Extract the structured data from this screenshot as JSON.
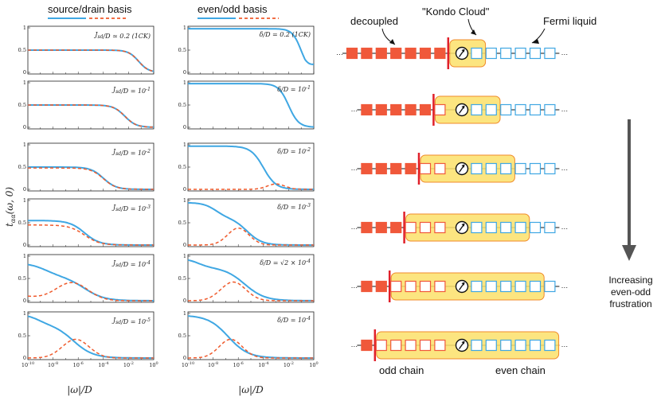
{
  "headers": {
    "col1": "source/drain basis",
    "col2": "even/odd basis"
  },
  "ylabel": "t_{αα}(ω,0)",
  "xlabel": "|ω|/D",
  "colors": {
    "solid": "#3fa7e3",
    "dashed": "#ef5a2c",
    "decoupled_site": "#f0583a",
    "fermi_site": "#3fa7e3",
    "cloud_fill": "#fbe06a",
    "cloud_stroke": "#f08a2a",
    "barrier": "#e0202a",
    "arrow": "#555555"
  },
  "x_ticks": [
    "10^{-10}",
    "10^{-8}",
    "10^{-6}",
    "10^{-4}",
    "10^{-2}",
    "10^{0}"
  ],
  "y_ticks": [
    "0",
    "0.5",
    "1"
  ],
  "left_panels": [
    {
      "label": "J_{sd}/D ≃ 0.2 (1CK)"
    },
    {
      "label": "J_{sd}/D = 10^{-1}"
    },
    {
      "label": "J_{sd}/D = 10^{-2}"
    },
    {
      "label": "J_{sd}/D = 10^{-3}"
    },
    {
      "label": "J_{sd}/D = 10^{-4}"
    },
    {
      "label": "J_{sd}/D = 10^{-5}"
    }
  ],
  "right_panels": [
    {
      "label": "δ/D = 0.2 (1CK)"
    },
    {
      "label": "δ/D = 10^{-1}"
    },
    {
      "label": "δ/D = 10^{-2}"
    },
    {
      "label": "δ/D = 10^{-3}"
    },
    {
      "label": "δ/D = √2 × 10^{-4}"
    },
    {
      "label": "δ/D = 10^{-4}"
    }
  ],
  "chain_annotations": {
    "decoupled": "decoupled",
    "kondo_cloud": "\"Kondo Cloud\"",
    "fermi_liquid": "Fermi liquid",
    "odd_chain": "odd chain",
    "even_chain": "even chain",
    "side_note_line1": "Increasing",
    "side_note_line2": "even-odd",
    "side_note_line3": "frustration"
  },
  "chains": [
    {
      "filled_left": 7,
      "empty_left": 0,
      "cloud_left_sites": 0,
      "cloud_right_sites": 1,
      "empty_right": 5
    },
    {
      "filled_left": 5,
      "empty_left": 0,
      "cloud_left_sites": 1,
      "cloud_right_sites": 2,
      "empty_right": 4
    },
    {
      "filled_left": 4,
      "empty_left": 0,
      "cloud_left_sites": 2,
      "cloud_right_sites": 3,
      "empty_right": 3
    },
    {
      "filled_left": 3,
      "empty_left": 0,
      "cloud_left_sites": 3,
      "cloud_right_sites": 4,
      "empty_right": 2
    },
    {
      "filled_left": 2,
      "empty_left": 0,
      "cloud_left_sites": 4,
      "cloud_right_sites": 5,
      "empty_right": 1
    },
    {
      "filled_left": 1,
      "empty_left": 0,
      "cloud_left_sites": 5,
      "cloud_right_sites": 6,
      "empty_right": 0
    }
  ]
}
